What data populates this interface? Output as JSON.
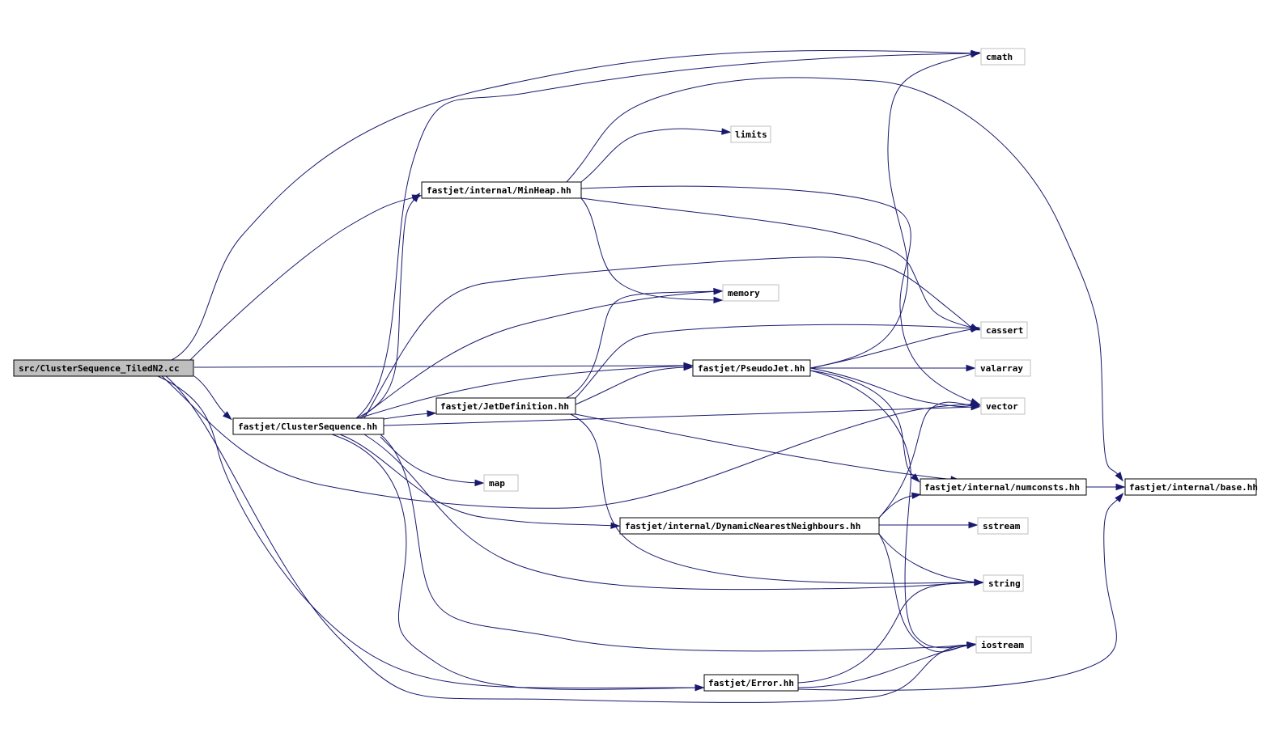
{
  "title": "",
  "colors": {
    "edge": "#191970",
    "root_fill": "#bfbfbf",
    "project_border": "#000000",
    "external_border": "#bfbfbf",
    "background": "#ffffff"
  },
  "nodes": [
    {
      "id": "root",
      "label": "src/ClusterSequence_TiledN2.cc",
      "kind": "root"
    },
    {
      "id": "cs",
      "label": "fastjet/ClusterSequence.hh",
      "kind": "project"
    },
    {
      "id": "minheap",
      "label": "fastjet/internal/MinHeap.hh",
      "kind": "project"
    },
    {
      "id": "jetdef",
      "label": "fastjet/JetDefinition.hh",
      "kind": "project"
    },
    {
      "id": "pseudojet",
      "label": "fastjet/PseudoJet.hh",
      "kind": "project"
    },
    {
      "id": "dnn",
      "label": "fastjet/internal/DynamicNearestNeighbours.hh",
      "kind": "project"
    },
    {
      "id": "error",
      "label": "fastjet/Error.hh",
      "kind": "project"
    },
    {
      "id": "numconsts",
      "label": "fastjet/internal/numconsts.hh",
      "kind": "project"
    },
    {
      "id": "base",
      "label": "fastjet/internal/base.hh",
      "kind": "project"
    },
    {
      "id": "cmath",
      "label": "cmath",
      "kind": "external"
    },
    {
      "id": "limits",
      "label": "limits",
      "kind": "external"
    },
    {
      "id": "memory",
      "label": "memory",
      "kind": "external"
    },
    {
      "id": "cassert",
      "label": "cassert",
      "kind": "external"
    },
    {
      "id": "valarray",
      "label": "valarray",
      "kind": "external"
    },
    {
      "id": "vector",
      "label": "vector",
      "kind": "external"
    },
    {
      "id": "map",
      "label": "map",
      "kind": "external"
    },
    {
      "id": "sstream",
      "label": "sstream",
      "kind": "external"
    },
    {
      "id": "string",
      "label": "string",
      "kind": "external"
    },
    {
      "id": "iostream",
      "label": "iostream",
      "kind": "external"
    }
  ],
  "edges": [
    [
      "root",
      "cmath"
    ],
    [
      "root",
      "minheap"
    ],
    [
      "root",
      "pseudojet"
    ],
    [
      "root",
      "cs"
    ],
    [
      "root",
      "vector"
    ],
    [
      "root",
      "error"
    ],
    [
      "root",
      "iostream"
    ],
    [
      "cs",
      "minheap"
    ],
    [
      "cs",
      "jetdef"
    ],
    [
      "cs",
      "pseudojet"
    ],
    [
      "cs",
      "memory"
    ],
    [
      "cs",
      "cassert"
    ],
    [
      "cs",
      "vector"
    ],
    [
      "cs",
      "map"
    ],
    [
      "cs",
      "dnn"
    ],
    [
      "cs",
      "string"
    ],
    [
      "cs",
      "iostream"
    ],
    [
      "cs",
      "error"
    ],
    [
      "cs",
      "cmath"
    ],
    [
      "minheap",
      "limits"
    ],
    [
      "minheap",
      "memory"
    ],
    [
      "minheap",
      "vector"
    ],
    [
      "minheap",
      "cassert"
    ],
    [
      "minheap",
      "base"
    ],
    [
      "jetdef",
      "pseudojet"
    ],
    [
      "jetdef",
      "memory"
    ],
    [
      "jetdef",
      "cassert"
    ],
    [
      "jetdef",
      "numconsts"
    ],
    [
      "jetdef",
      "string"
    ],
    [
      "pseudojet",
      "valarray"
    ],
    [
      "pseudojet",
      "vector"
    ],
    [
      "pseudojet",
      "cassert"
    ],
    [
      "pseudojet",
      "cmath"
    ],
    [
      "pseudojet",
      "numconsts"
    ],
    [
      "pseudojet",
      "iostream"
    ],
    [
      "dnn",
      "sstream"
    ],
    [
      "dnn",
      "numconsts"
    ],
    [
      "dnn",
      "string"
    ],
    [
      "dnn",
      "iostream"
    ],
    [
      "dnn",
      "vector"
    ],
    [
      "error",
      "string"
    ],
    [
      "error",
      "iostream"
    ],
    [
      "error",
      "base"
    ],
    [
      "numconsts",
      "base"
    ]
  ]
}
